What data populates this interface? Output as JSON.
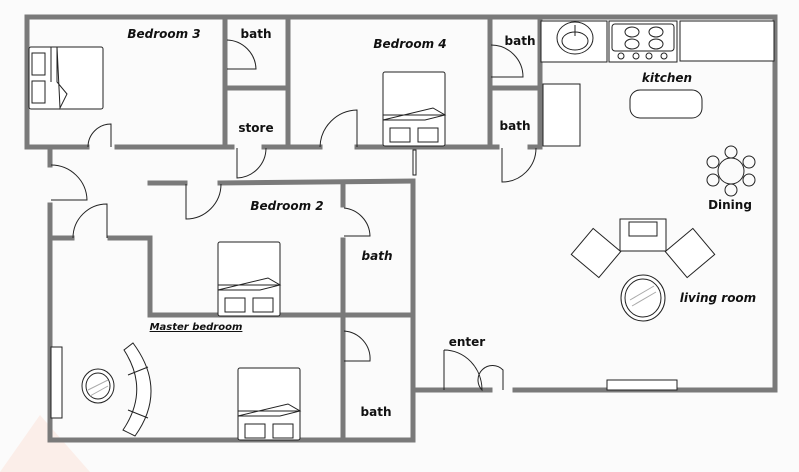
{
  "rooms": {
    "bedroom3": "Bedroom 3",
    "bath_top_left": "bath",
    "store": "store",
    "bedroom4": "Bedroom 4",
    "bath_top_right": "bath",
    "bath_right_lower": "bath",
    "kitchen": "kitchen",
    "dining": "Dining",
    "bedroom2": "Bedroom 2",
    "bath_bedroom2": "bath",
    "living_room": "living room",
    "master_bedroom": "Master bedroom",
    "enter": "enter",
    "bath_master": "bath"
  },
  "colors": {
    "wall": "#7a7a7a",
    "line": "#222222",
    "background": "#fbfbfb"
  }
}
